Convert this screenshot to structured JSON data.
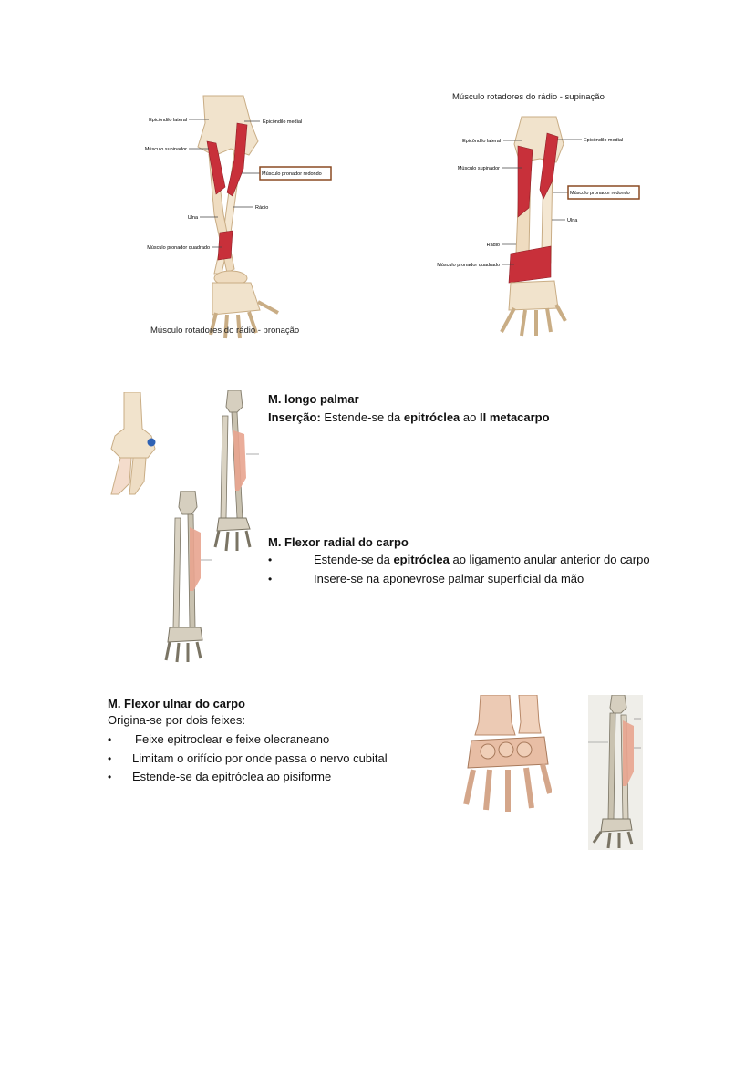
{
  "figure_pronation": {
    "caption": "Músculo rotadores do rádio - pronação",
    "labels": {
      "lateral_epicondyle": "Epicôndilo lateral",
      "medial_epicondyle": "Epicôndilo medial",
      "supinator": "Músculo supinador",
      "pronator_teres": "Músculo pronador redondo",
      "radius": "Rádio",
      "ulna": "Ulna",
      "pronator_quadratus": "Músculo pronador quadrado"
    }
  },
  "figure_supination": {
    "caption": "Músculo rotadores do rádio - supinação",
    "labels": {
      "lateral_epicondyle": "Epicôndilo lateral",
      "medial_epicondyle": "Epicôndilo medial",
      "supinator": "Músculo supinador",
      "pronator_teres": "Músculo pronador redondo",
      "ulna": "Ulna",
      "radius": "Rádio",
      "pronator_quadratus": "Músculo pronador quadrado"
    }
  },
  "section_palmaris": {
    "title": "M. longo palmar",
    "insertion_label": "Inserção:",
    "text_1": " Estende-se da ",
    "bold_1": "epitróclea",
    "text_2": " ao ",
    "bold_2": "II metacarpo"
  },
  "section_flexor_radial": {
    "title": "M. Flexor radial do carpo",
    "bullet_1_pre": "Estende-se da ",
    "bullet_1_bold": "epitróclea",
    "bullet_1_post": " ao ligamento anular anterior do carpo",
    "bullet_2": "Insere-se na aponevrose palmar superficial da mão"
  },
  "section_flexor_ulnar": {
    "title": "M. Flexor ulnar do carpo",
    "intro": "Origina-se por dois feixes:",
    "bullets": [
      "Feixe epitroclear e feixe olecraneano",
      "Limitam o orifício por onde passa o nervo cubital",
      "Estende-se da epitróclea ao pisiforme"
    ]
  },
  "colors": {
    "muscle": "#c8303a",
    "bone": "#f1e3cc",
    "bone_shadow": "#d9c2a2",
    "label_box": "#8a4a22",
    "dot": "#2f62b4"
  }
}
